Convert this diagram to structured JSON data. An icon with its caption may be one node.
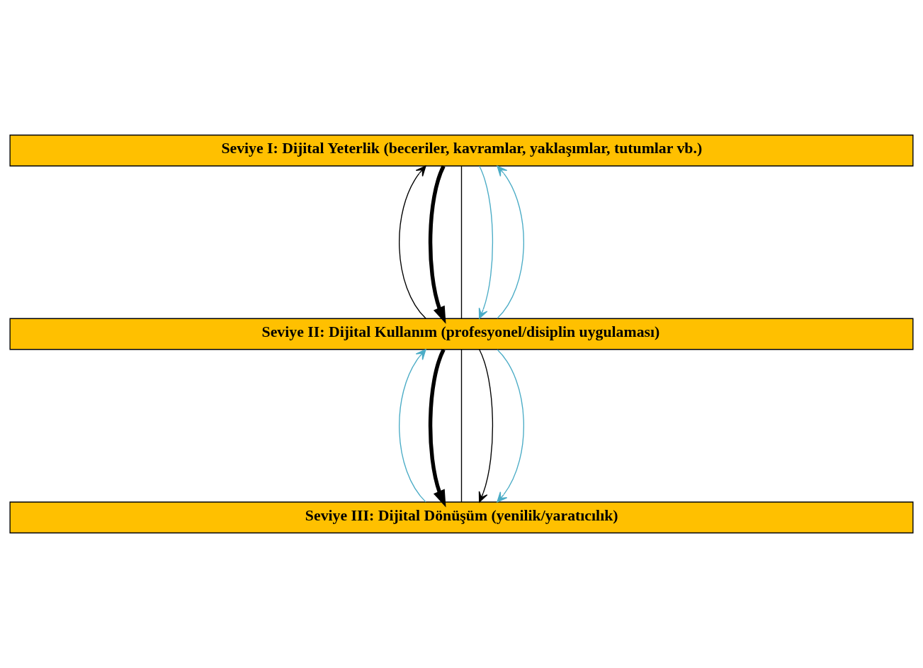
{
  "diagram": {
    "nodes": [
      {
        "text": [
          "Seviye III: Dijital Dönüşüm (yenilik/yaratıcılık)"
        ]
      },
      {
        "text": [
          "Seviye II: Dijital Kullanım (profesyonel/disiplin uygulaması)"
        ]
      },
      {
        "text": [
          "Seviye I: Dijital Yeterlik (beceriler, kavramlar, yaklaşımlar, tutumlar vb.)"
        ]
      }
    ],
    "edges": [
      {
        "from": 1,
        "to": 0,
        "arrow": "to",
        "style": "thick"
      },
      {
        "from": 1,
        "to": 0,
        "arrow": "none"
      },
      {
        "from": 1,
        "to": 0,
        "arrow": "to"
      },
      {
        "from": 1,
        "to": 0,
        "arrow": "to",
        "color": "#4bacc6"
      },
      {
        "from": 0,
        "to": 1,
        "arrow": "to",
        "color": "#4bacc6"
      },
      {
        "from": 2,
        "to": 1,
        "arrow": "to",
        "style": "thick"
      },
      {
        "from": 1,
        "to": 2,
        "arrow": "to"
      },
      {
        "from": 2,
        "to": 1,
        "arrow": "none"
      },
      {
        "from": 2,
        "to": 1,
        "arrow": "to",
        "color": "#4bacc6"
      },
      {
        "from": 1,
        "to": 2,
        "arrow": "to",
        "color": "#4bacc6"
      }
    ]
  }
}
